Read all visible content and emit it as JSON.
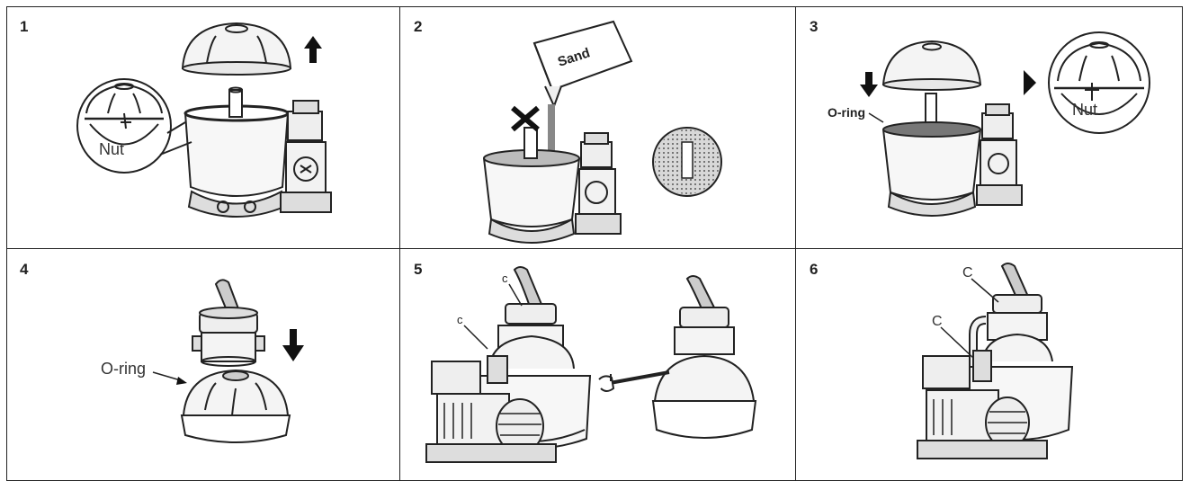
{
  "panels": [
    {
      "number": "1",
      "labels": {
        "nut": "Nut"
      }
    },
    {
      "number": "2",
      "labels": {
        "sand": "Sand"
      }
    },
    {
      "number": "3",
      "labels": {
        "oring": "O-ring",
        "nut": "Nut"
      }
    },
    {
      "number": "4",
      "labels": {
        "oring": "O-ring"
      }
    },
    {
      "number": "5",
      "labels": {
        "c1": "c",
        "c2": "c"
      }
    },
    {
      "number": "6",
      "labels": {
        "c1": "C",
        "c2": "C"
      }
    }
  ],
  "colors": {
    "line": "#222222",
    "fill_light": "#f2f2f2",
    "fill_dark": "#444444"
  }
}
